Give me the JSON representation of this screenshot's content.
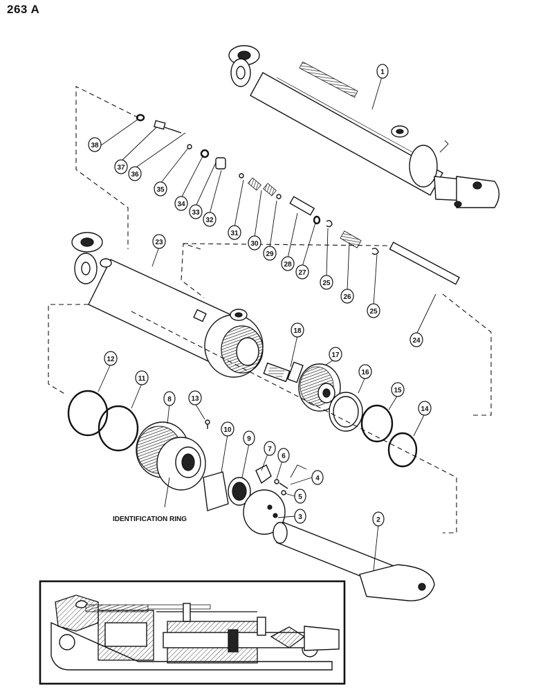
{
  "page": {
    "number": "263 A"
  },
  "labels": {
    "identification_ring": "IDENTIFICATION RING"
  },
  "callouts": [
    "1",
    "2",
    "3",
    "4",
    "5",
    "6",
    "7",
    "8",
    "9",
    "10",
    "11",
    "12",
    "13",
    "14",
    "15",
    "16",
    "17",
    "18",
    "23",
    "24",
    "25",
    "25",
    "26",
    "27",
    "28",
    "29",
    "30",
    "31",
    "32",
    "33",
    "34",
    "35",
    "36",
    "37",
    "38"
  ]
}
